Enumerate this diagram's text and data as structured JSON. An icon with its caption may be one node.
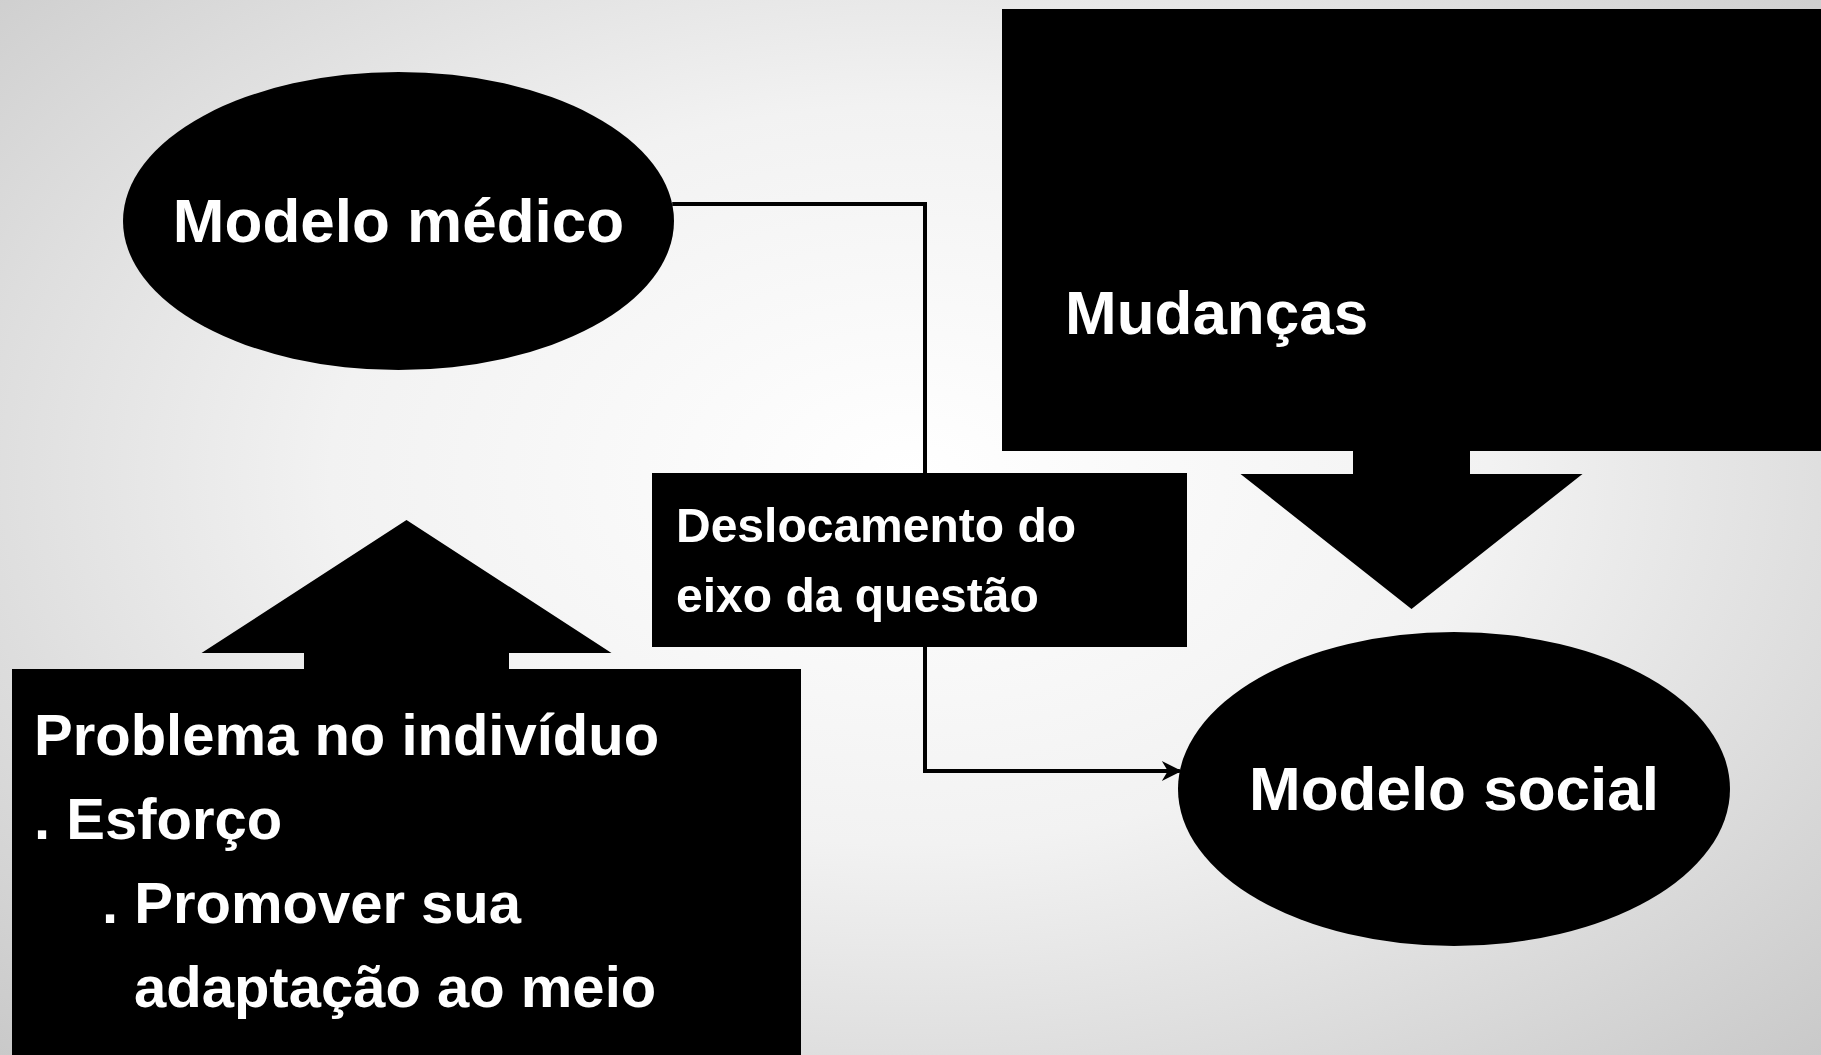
{
  "diagram": {
    "nodes": [
      {
        "text": [
          "Modelo médico"
        ]
      },
      {
        "text": [
          "Mudanças"
        ]
      },
      {
        "text": [
          "Deslocamento do eixo da questão"
        ]
      },
      {
        "text": [
          "Problema no indivíduo",
          ". Esforço",
          ". Promover sua adaptação ao meio"
        ]
      },
      {
        "text": [
          "Modelo social"
        ]
      }
    ],
    "edges": [
      {
        "from": 0,
        "to": 2,
        "arrow": "none"
      },
      {
        "from": 2,
        "to": 4,
        "arrow": "to"
      },
      {
        "from": 3,
        "to": 0,
        "arrow": "to",
        "style": "thick"
      },
      {
        "from": 1,
        "to": 4,
        "arrow": "to",
        "style": "thick"
      }
    ]
  }
}
